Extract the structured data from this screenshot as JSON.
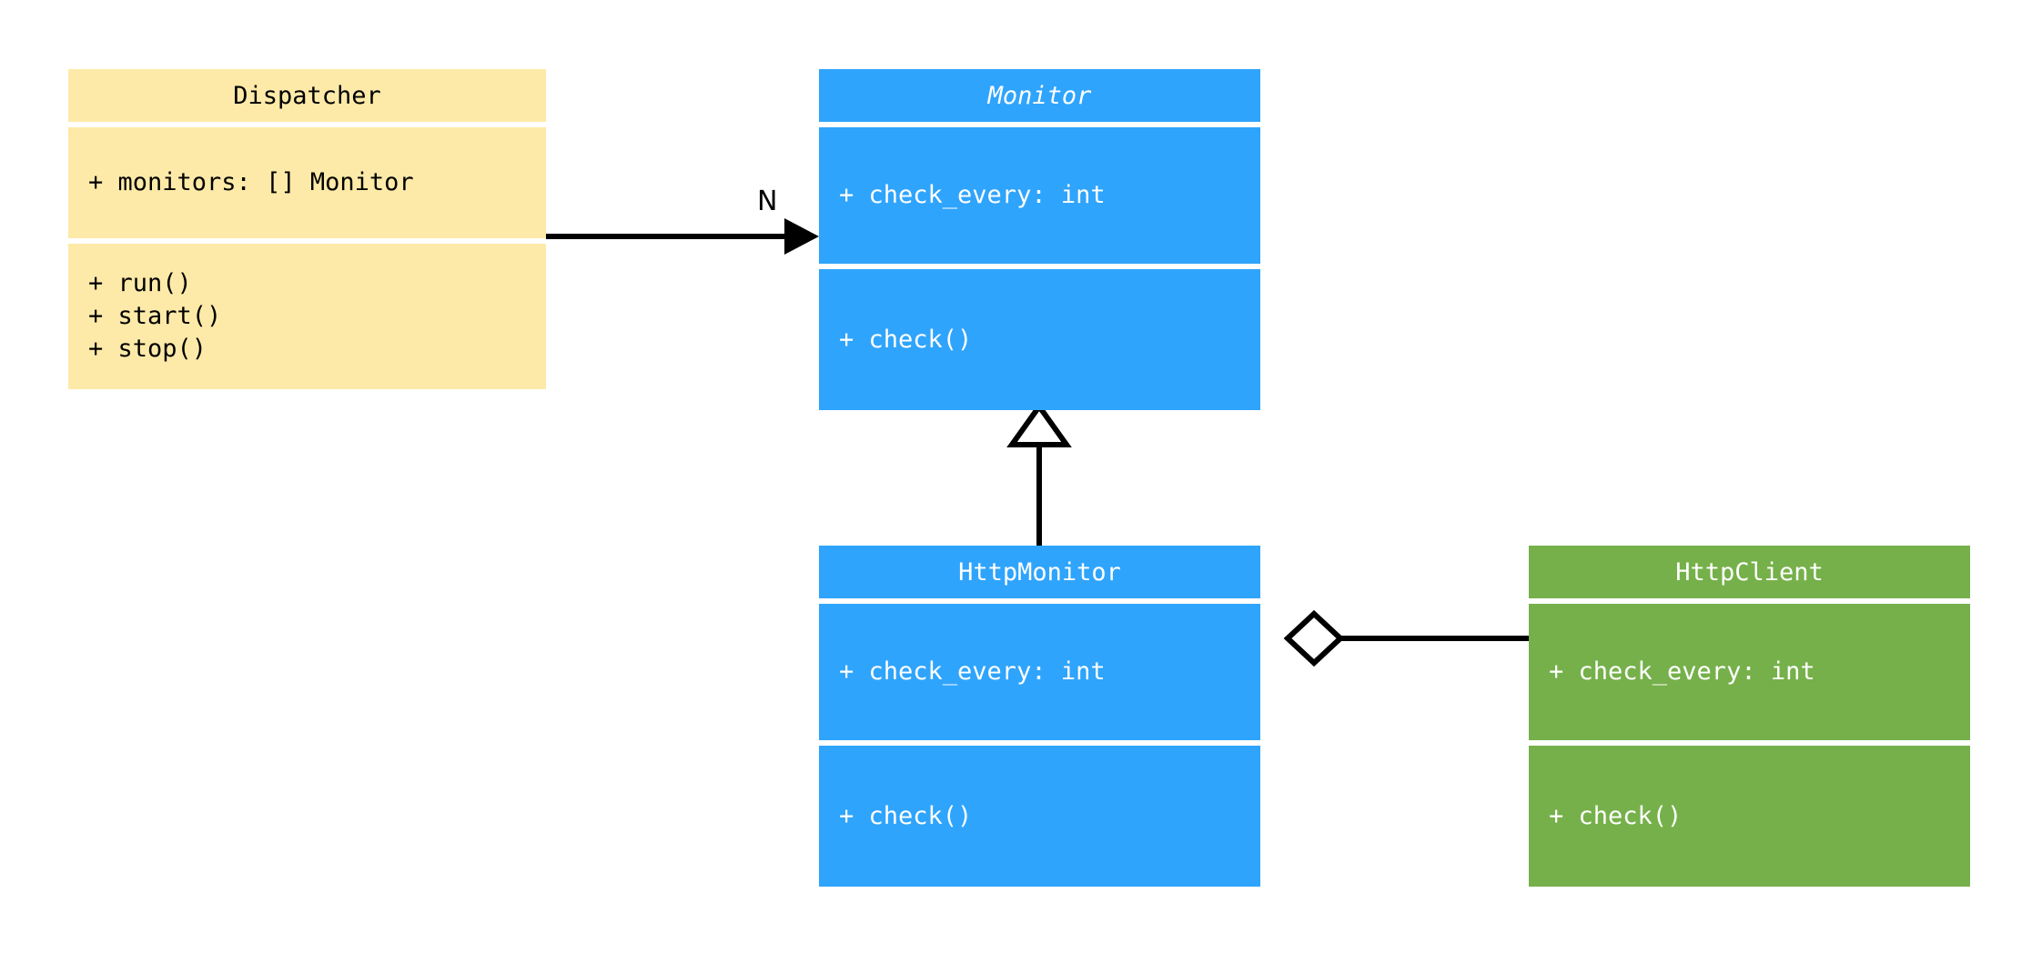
{
  "diagram": {
    "type": "uml-class-diagram",
    "background": "#ffffff",
    "palette": {
      "yellow_fill": "#fdeaa8",
      "blue_fill": "#2fa4fc",
      "green_fill": "#76b04a",
      "dark_text": "#000000",
      "light_text": "#ffffff",
      "line": "#000000"
    }
  },
  "classes": {
    "dispatcher": {
      "name": "Dispatcher",
      "stereotype": "concrete",
      "fill": "#fdeaa8",
      "attributes": [
        "+ monitors: [] Monitor"
      ],
      "methods": [
        "+ run()",
        "+ start()",
        "+ stop()"
      ]
    },
    "monitor": {
      "name": "Monitor",
      "stereotype": "abstract",
      "fill": "#2fa4fc",
      "attributes": [
        "+ check_every: int"
      ],
      "methods": [
        "+ check()"
      ]
    },
    "http_monitor": {
      "name": "HttpMonitor",
      "stereotype": "concrete",
      "fill": "#2fa4fc",
      "attributes": [
        "+ check_every: int"
      ],
      "methods": [
        "+ check()"
      ]
    },
    "http_client": {
      "name": "HttpClient",
      "stereotype": "concrete",
      "fill": "#76b04a",
      "attributes": [
        "+ check_every: int"
      ],
      "methods": [
        "+ check()"
      ]
    }
  },
  "relationships": {
    "dispatcher_to_monitor": {
      "kind": "association",
      "from": "Dispatcher",
      "to": "Monitor",
      "multiplicity_label": "N",
      "arrowhead": "filled-triangle"
    },
    "http_monitor_to_monitor": {
      "kind": "generalization",
      "from": "HttpMonitor",
      "to": "Monitor",
      "arrowhead": "hollow-triangle"
    },
    "http_monitor_to_http_client": {
      "kind": "aggregation",
      "from": "HttpMonitor",
      "to": "HttpClient",
      "arrowhead": "hollow-diamond"
    }
  }
}
